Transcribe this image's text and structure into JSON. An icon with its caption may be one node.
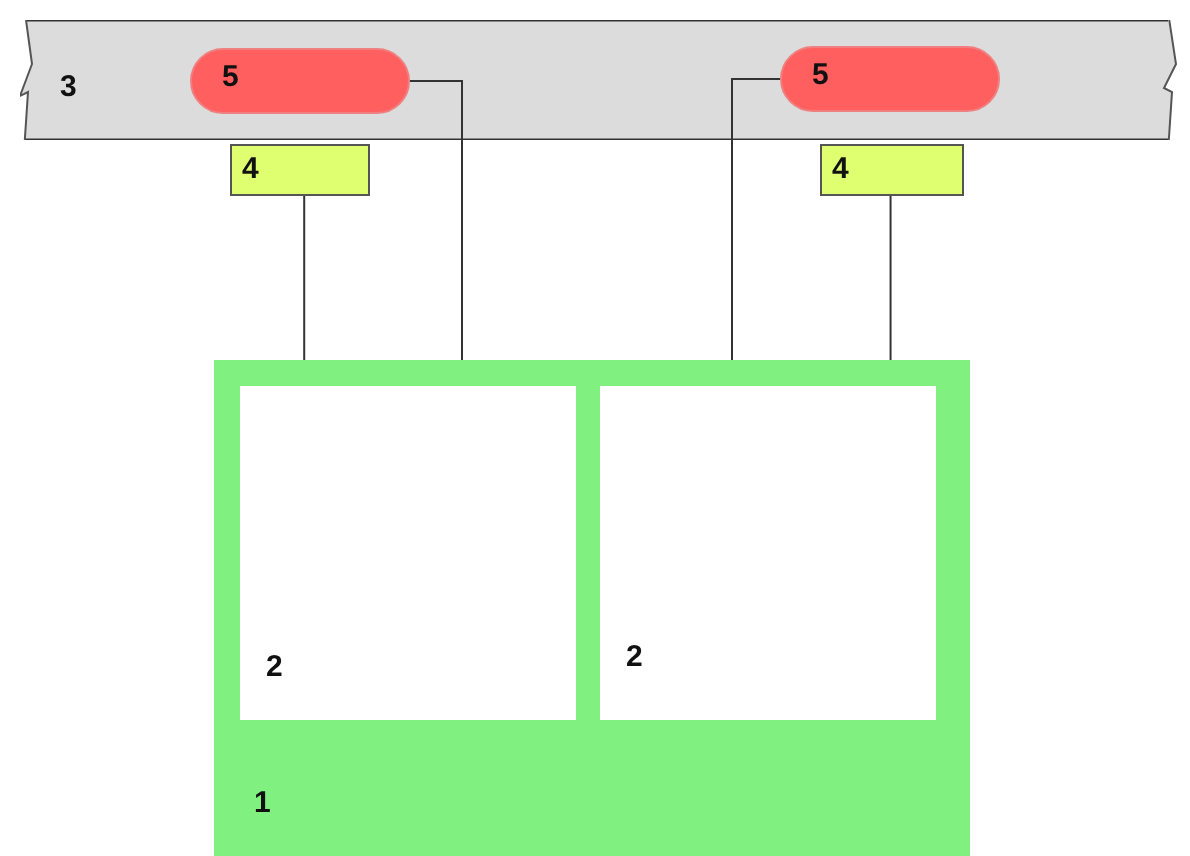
{
  "diagram": {
    "nodes": [
      {
        "text": [
          "3"
        ]
      },
      {
        "text": [
          "5"
        ],
        "in": 0
      },
      {
        "text": [
          "5"
        ],
        "in": 0
      },
      {
        "text": [
          "4"
        ]
      },
      {
        "text": [
          "4"
        ]
      },
      {
        "text": [
          "1"
        ]
      },
      {
        "text": [
          "2"
        ],
        "in": 5
      },
      {
        "text": [
          "2"
        ],
        "in": 5
      }
    ],
    "edges": [
      {
        "from": 3,
        "to": 5,
        "arrow": "none"
      },
      {
        "from": 1,
        "to": 5,
        "arrow": "none"
      },
      {
        "from": 2,
        "to": 5,
        "arrow": "none"
      },
      {
        "from": 4,
        "to": 5,
        "arrow": "none"
      }
    ]
  }
}
